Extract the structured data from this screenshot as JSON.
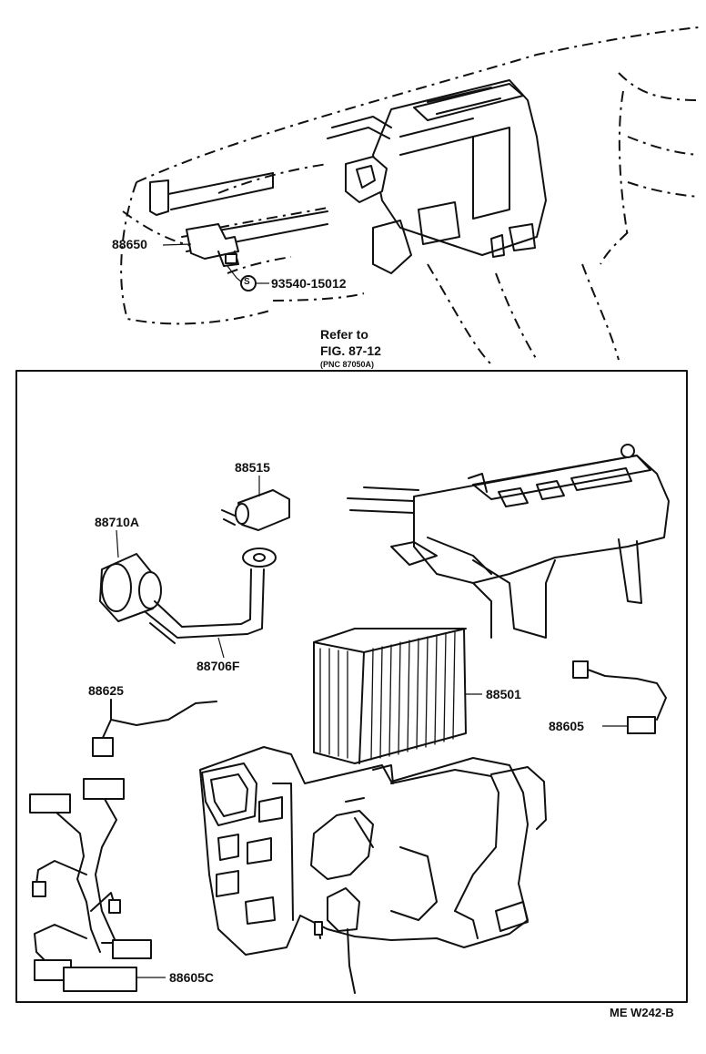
{
  "diagram": {
    "labels": {
      "p88650": "88650",
      "screw_symbol": "S",
      "p93540": "93540-15012",
      "refer_line1": "Refer to",
      "refer_line2": "FIG. 87-12",
      "refer_line3": "(PNC 87050A)",
      "p88515": "88515",
      "p88710A": "88710A",
      "p88706F": "88706F",
      "p88625": "88625",
      "p88501": "88501",
      "p88605": "88605",
      "p88605C": "88605C",
      "figure_code": "ME W242-B"
    }
  }
}
